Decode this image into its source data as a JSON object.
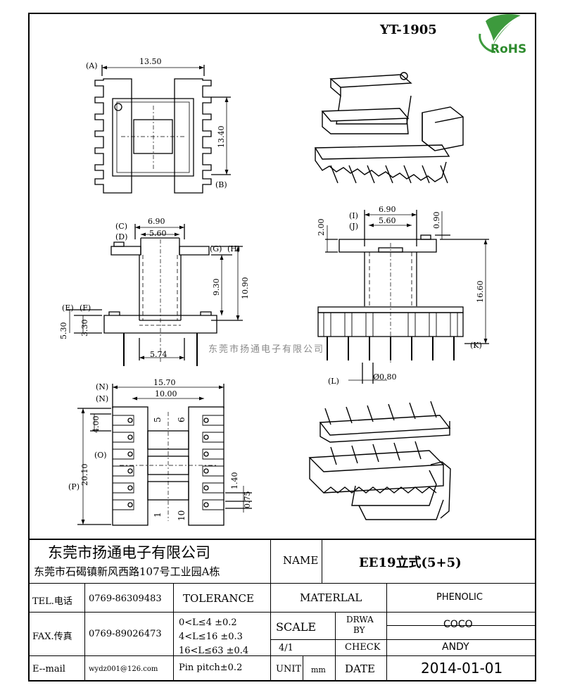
{
  "part_code": "YT-1905",
  "rohs_logo": "RoHS",
  "watermark": "东莞市扬通电子有限公司",
  "labels": {
    "A": "(A)",
    "B": "(B)",
    "C": "(C)",
    "D": "(D)",
    "E": "(E)",
    "F": "(F)",
    "G": "(G)",
    "H": "(H)",
    "I": "(I)",
    "J": "(J)",
    "K": "(K)",
    "L": "(L)",
    "N1": "(N)",
    "N2": "(N)",
    "O": "(O)",
    "P": "(P)"
  },
  "dimensions": {
    "top_width": "13.50",
    "top_height": "13.40",
    "front_outer": "6.90",
    "front_inner": "5.60",
    "front_h1": "9.30",
    "front_h2": "10.90",
    "front_base1": "3.30",
    "front_base2": "5.30",
    "front_bottom": "5.74",
    "side_outer": "6.90",
    "side_inner": "5.60",
    "side_left": "2.00",
    "side_right": "0.90",
    "side_height": "16.60",
    "side_pin": "Ø0.80",
    "bottom_outer": "15.70",
    "bottom_inner": "10.00",
    "bottom_pitch": "4.00",
    "bottom_height": "20.10",
    "bottom_pin1": "1.40",
    "bottom_pin2": "0.75",
    "pin5": "5",
    "pin6": "6",
    "pin1": "1",
    "pin10": "10"
  },
  "title_block": {
    "company": "东莞市扬通电子有限公司",
    "address": "东莞市石碣镇新风西路107号工业园A栋",
    "name_label": "NAME",
    "name_value": "EE19立式(5+5)",
    "tel_label": "TEL.电话",
    "tel_value": "0769-86309483",
    "fax_label": "FAX.传真",
    "fax_value": "0769-89026473",
    "email_label": "E--mail",
    "email_value": "wydz001@126.com",
    "tolerance_label": "TOLERANCE",
    "tol1": "0<L≤4   ±0.2",
    "tol2": "4<L≤16  ±0.3",
    "tol3": "16<L≤63 ±0.4",
    "tol4": "Pin pitch±0.2",
    "material_label": "MATERLAL",
    "material_value": "PHENOLIC",
    "scale_label": "SCALE",
    "scale_value": "4/1",
    "drwa_label": "DRWA",
    "by_label": "BY",
    "drwa_value": "COCO",
    "check_label": "CHECK",
    "check_value": "ANDY",
    "unit_label": "UNIT",
    "unit_value": "mm",
    "date_label": "DATE",
    "date_value": "2014-01-01"
  }
}
